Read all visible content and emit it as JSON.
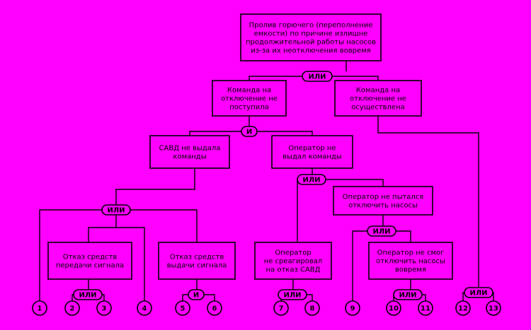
{
  "tree": {
    "nodes": [
      {
        "id": "top",
        "lines": [
          "Пролив горючего (переполнение",
          "емкости) по причине излишне",
          "продолжительной работы насосов",
          "из-за их неотключения вовремя"
        ]
      },
      {
        "id": "cmd_not_received",
        "lines": [
          "Команда на",
          "отключение не",
          "поступила"
        ]
      },
      {
        "id": "cmd_not_done",
        "lines": [
          "Команда на",
          "отключение не",
          "осуществлена"
        ]
      },
      {
        "id": "savd_no_cmd",
        "lines": [
          "САВД не выдала",
          "команды"
        ]
      },
      {
        "id": "operator_no_cmd",
        "lines": [
          "Оператор не",
          "выдал команды"
        ]
      },
      {
        "id": "operator_no_try",
        "lines": [
          "Оператор не пытался",
          "отключить насосы"
        ]
      },
      {
        "id": "fail_transmit",
        "lines": [
          "Отказ средств",
          "передачи сигнала"
        ]
      },
      {
        "id": "fail_output",
        "lines": [
          "Отказ средств",
          "выдачи сигнала"
        ]
      },
      {
        "id": "operator_no_react",
        "lines": [
          "Оператор",
          "не среагировал",
          "на отказ САВД"
        ]
      },
      {
        "id": "operator_cannot",
        "lines": [
          "Оператор не смог",
          "отключить насосы",
          "вовремя"
        ]
      }
    ],
    "gates": [
      {
        "id": "g_top",
        "label": "ИЛИ"
      },
      {
        "id": "g_cmd",
        "label": "И"
      },
      {
        "id": "g_savd",
        "label": "ИЛИ"
      },
      {
        "id": "g_oper",
        "label": "ИЛИ"
      },
      {
        "id": "g_try",
        "label": "ИЛИ"
      },
      {
        "id": "g_transmit",
        "label": "ИЛИ"
      },
      {
        "id": "g_output",
        "label": "И"
      },
      {
        "id": "g_react",
        "label": "ИЛИ"
      },
      {
        "id": "g_cannot",
        "label": "ИЛИ"
      },
      {
        "id": "g_done",
        "label": "ИЛИ"
      }
    ],
    "basic_events": [
      "1",
      "2",
      "3",
      "4",
      "5",
      "6",
      "7",
      "8",
      "9",
      "10",
      "11",
      "12",
      "13"
    ]
  }
}
